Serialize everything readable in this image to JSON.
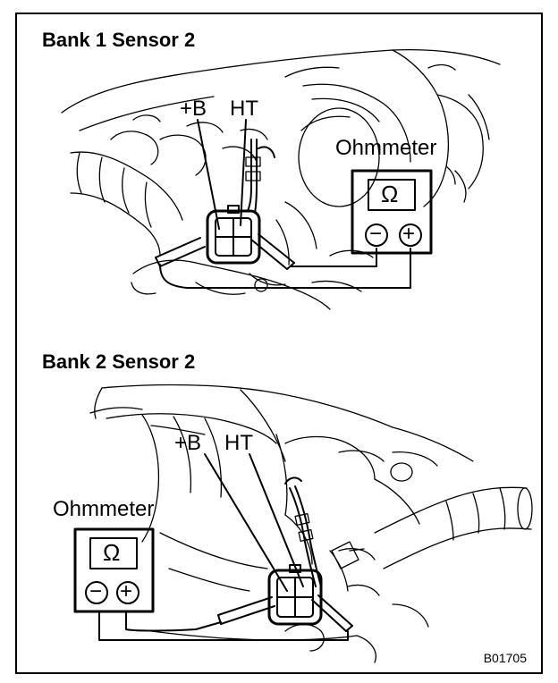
{
  "panel1": {
    "title": "Bank 1 Sensor 2",
    "label_b": "+B",
    "label_ht": "HT",
    "meter_label": "Ohmmeter",
    "meter_symbol": "Ω",
    "minus": "−",
    "plus": "+"
  },
  "panel2": {
    "title": "Bank 2 Sensor 2",
    "label_b": "+B",
    "label_ht": "HT",
    "meter_label": "Ohmmeter",
    "meter_symbol": "Ω",
    "minus": "−",
    "plus": "+"
  },
  "figure_code": "B01705"
}
